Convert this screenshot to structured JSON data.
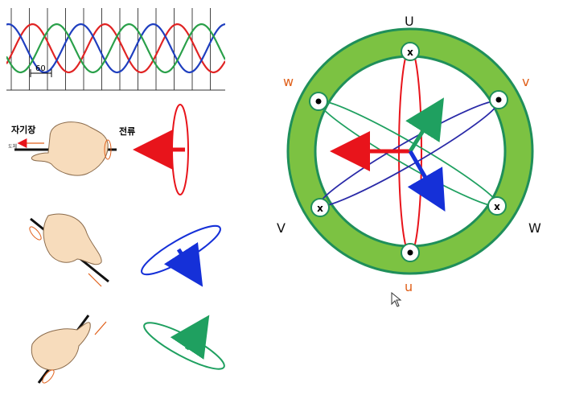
{
  "waveform": {
    "phase_label": "60",
    "colors": {
      "phase_a": "#e02424",
      "phase_b": "#1f3fbf",
      "phase_c": "#2aa04a"
    }
  },
  "hand_rule": {
    "field_label": "자기장",
    "current_label": "전류",
    "small_label": "도체"
  },
  "stator": {
    "ring_color": "#7cc242",
    "outline_color": "#1f8f5a",
    "labels": {
      "top": "U",
      "bottom": "u",
      "upper_left": "w",
      "upper_right": "v",
      "lower_left": "V",
      "lower_right": "W"
    },
    "dot_symbol": "•",
    "cross_symbol": "x"
  },
  "arrows": {
    "red": "#e8141b",
    "blue": "#1530d8",
    "green": "#1fa060"
  }
}
